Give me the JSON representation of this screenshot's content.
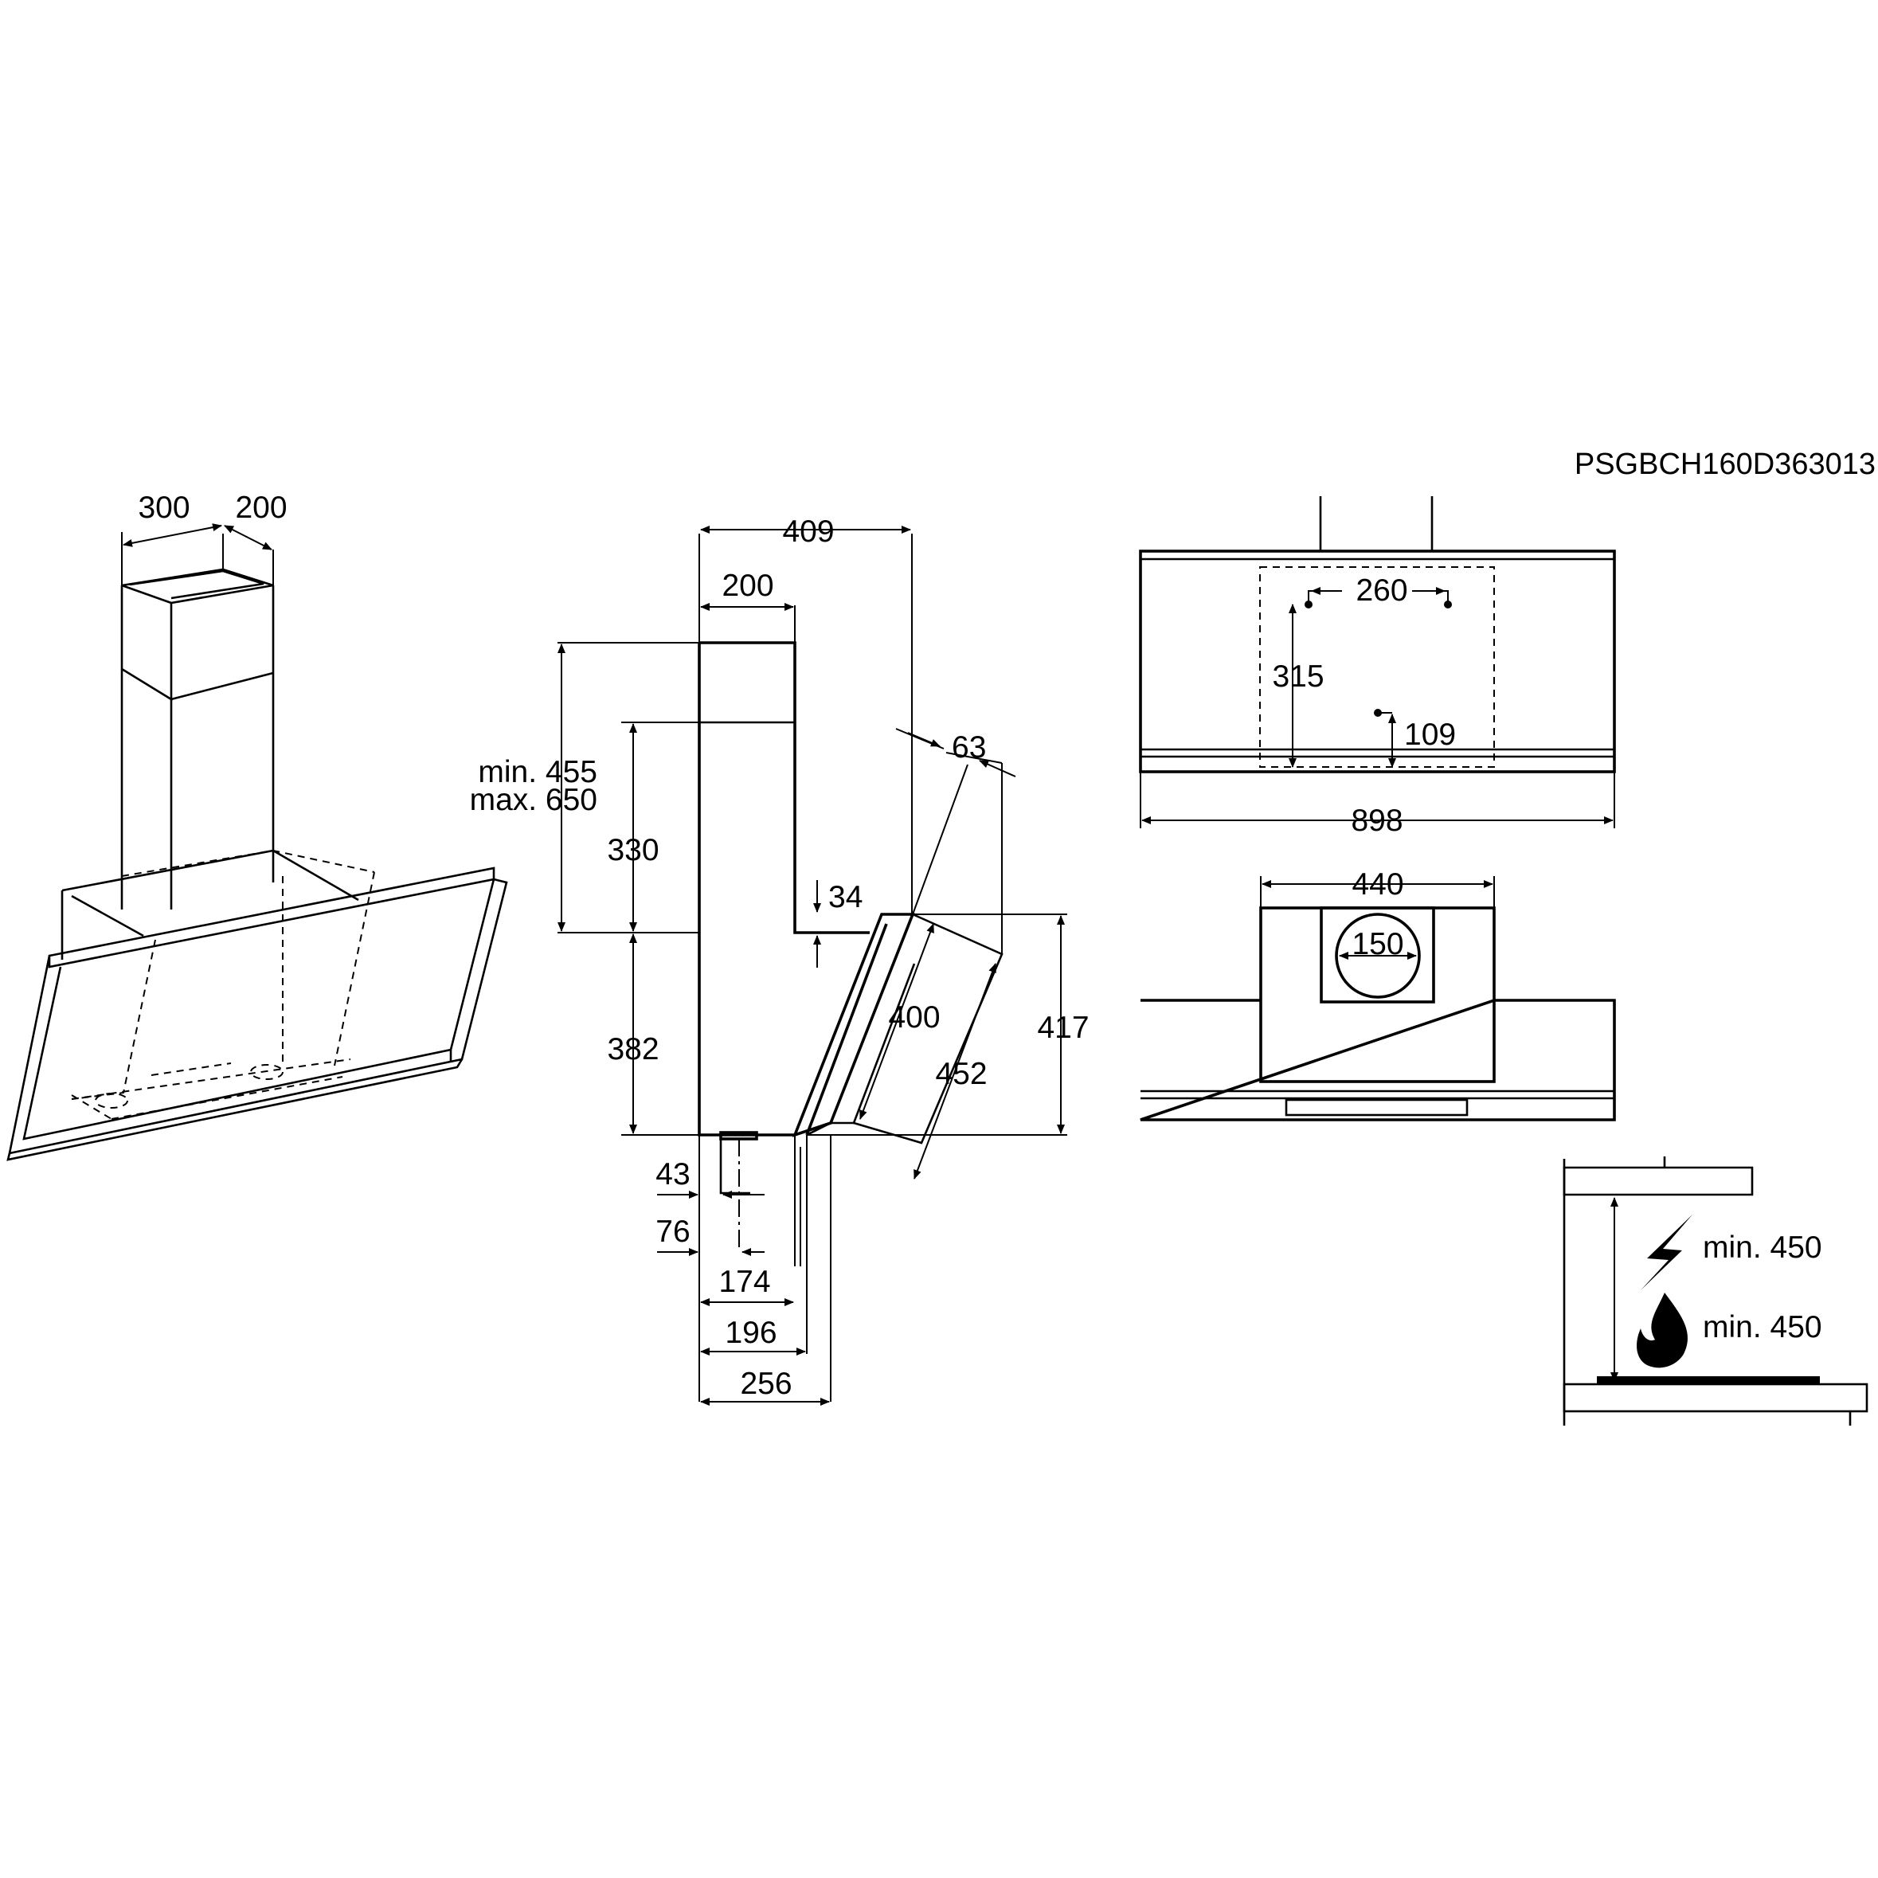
{
  "drawing_code": "PSGBCH160D363013",
  "perspective_view": {
    "chimney_width": "300",
    "chimney_depth": "200"
  },
  "side_view": {
    "overall_depth": "409",
    "chimney_depth": "200",
    "chimney_height_range_min": "min. 455",
    "chimney_height_range_max": "max. 650",
    "upper_chimney_height": "330",
    "lower_body_height": "382",
    "offset_34": "34",
    "glass_thickness": "63",
    "glass_inner_length": "400",
    "glass_outer_length": "452",
    "front_height": "417",
    "outlet_offset_43": "43",
    "outlet_offset_76": "76",
    "depth_174": "174",
    "depth_196": "196",
    "depth_256": "256"
  },
  "front_view": {
    "bracket_spacing": "260",
    "bracket_height": "315",
    "lower_hole_height": "109",
    "overall_width": "898"
  },
  "top_view": {
    "motor_housing_width": "440",
    "outlet_diameter": "150"
  },
  "installation": {
    "electric_hob_min": "min. 450",
    "gas_hob_min": "min. 450"
  }
}
